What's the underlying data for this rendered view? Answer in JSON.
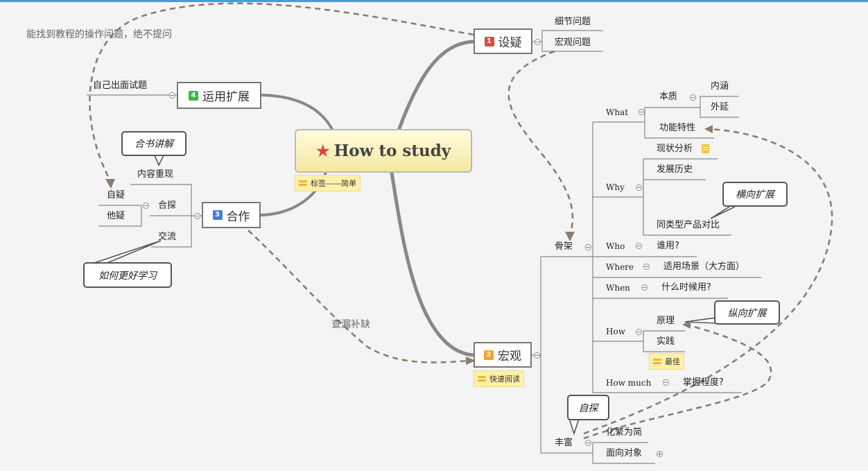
{
  "central": {
    "title": "How to study",
    "tag": "标签——简单"
  },
  "branches": {
    "b1": {
      "num": "1",
      "label": "设疑",
      "color": "#e04848",
      "children": [
        "细节问题",
        "宏观问题"
      ]
    },
    "b2": {
      "num": "2",
      "label": "宏观",
      "color": "#f3a42b",
      "tag": "快速阅读"
    },
    "b3": {
      "num": "3",
      "label": "合作",
      "color": "#3f7fe0"
    },
    "b4": {
      "num": "4",
      "label": "运用扩展",
      "color": "#3cb64a",
      "child": "自己出面试题"
    }
  },
  "hezuo": {
    "neirong": "内容重现",
    "hetan": "合探",
    "jiaoliu": "交流",
    "ziyi": "自疑",
    "tayi": "他疑"
  },
  "skeleton": {
    "label": "骨架",
    "what": {
      "label": "What",
      "benzhi": "本质",
      "neihan": "内涵",
      "waiyan": "外延",
      "gongneng": "功能特性"
    },
    "why": {
      "label": "Why",
      "xianzhuang": "现状分析",
      "fazhan": "发展历史",
      "tonglei": "同类型产品对比"
    },
    "who": {
      "label": "Who",
      "value": "谁用?"
    },
    "where": {
      "label": "Where",
      "value": "适用场景（大方面）"
    },
    "when": {
      "label": "When",
      "value": "什么时候用?"
    },
    "how": {
      "label": "How",
      "yuanli": "原理",
      "shijian": "实践",
      "tag": "最佳"
    },
    "howmuch": {
      "label": "How much",
      "value": "掌握程度?"
    }
  },
  "fengfu": {
    "label": "丰富",
    "huafan": "化繁为简",
    "mianxiang": "面向对象"
  },
  "callouts": {
    "heshu": "合书讲解",
    "ruhe": "如何更好学习",
    "hengxiang": "横向扩展",
    "zongxiang": "纵向扩展",
    "zitan": "自探"
  },
  "free_labels": {
    "note_top": "能找到教程的操作问题，绝不提问",
    "chalou": "查漏补缺"
  },
  "colors": {
    "link": "#8a8a8a",
    "dashed": "#8b7c6e",
    "topbar": "#3aa0e0"
  }
}
